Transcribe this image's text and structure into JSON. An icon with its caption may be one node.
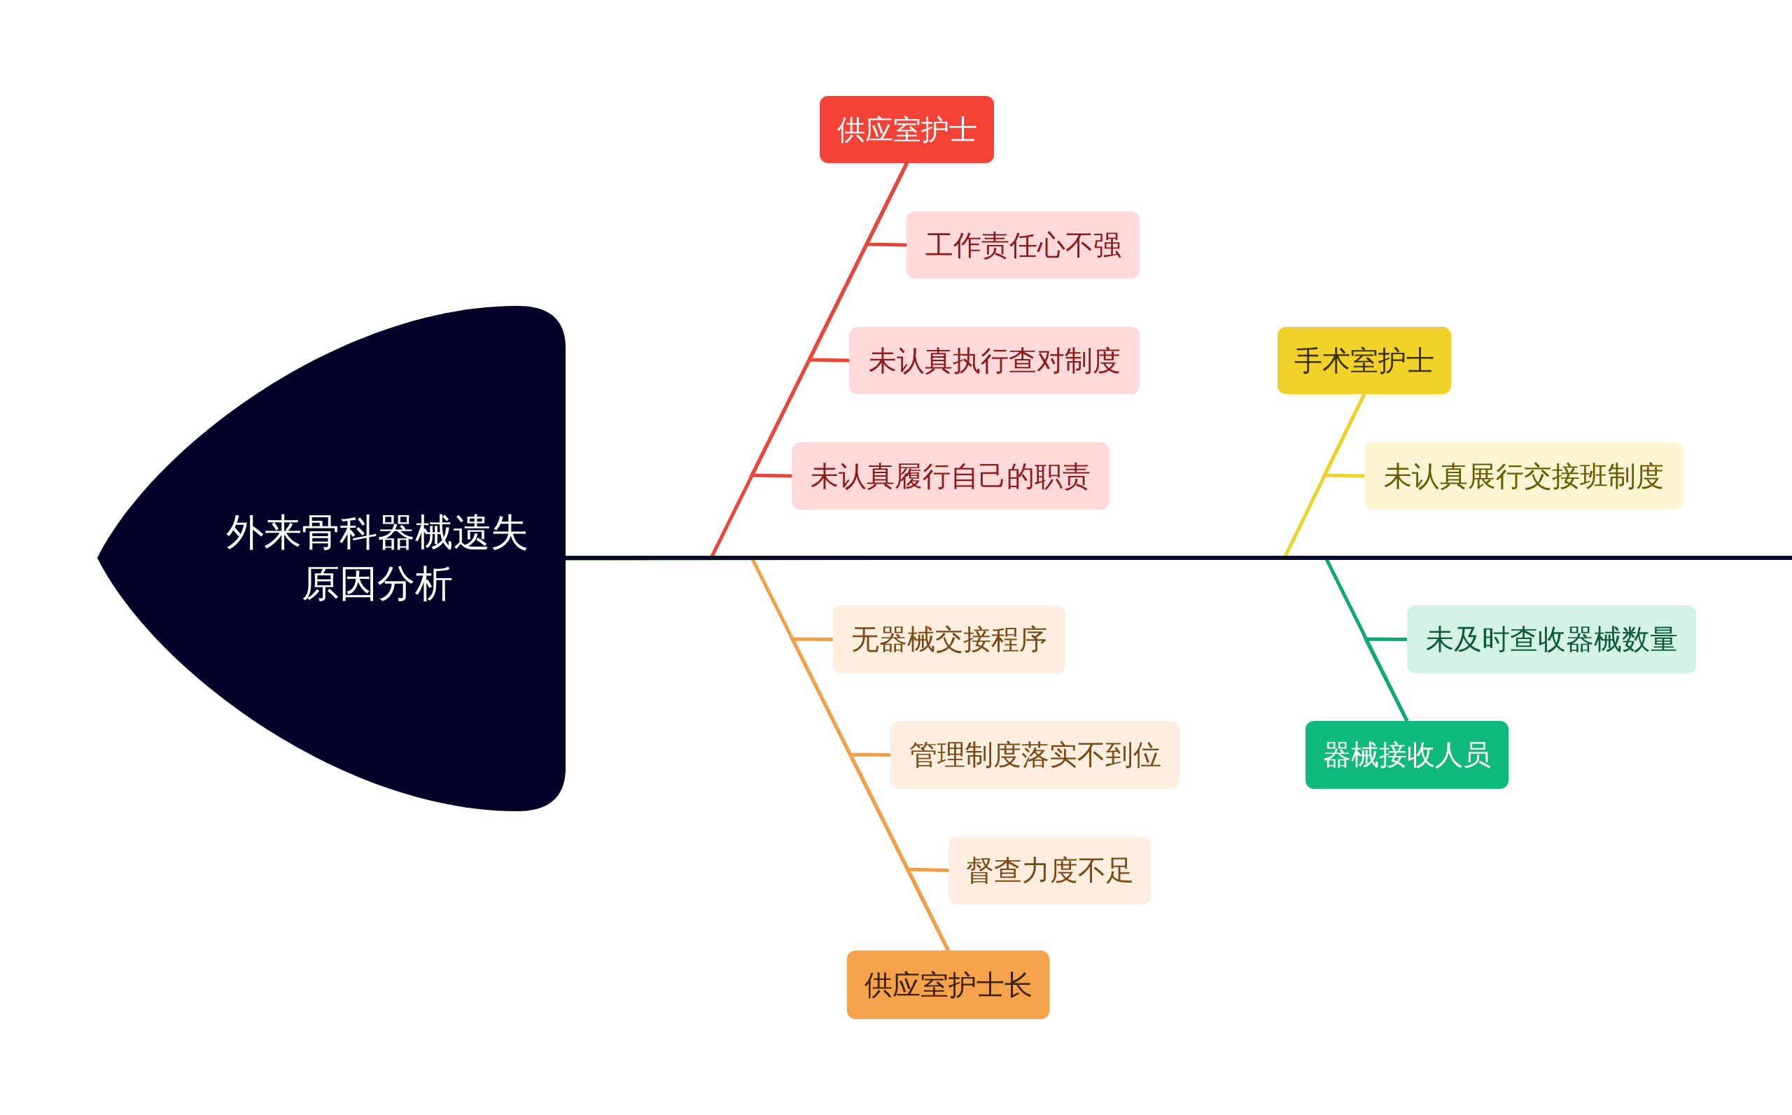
{
  "diagram": {
    "nodes": [
      {
        "text": [
          "外来骨科器械遗失原因分析"
        ]
      },
      {
        "text": [
          "供应室护士"
        ]
      },
      {
        "text": [
          "工作责任心不强"
        ]
      },
      {
        "text": [
          "未认真执行查对制度"
        ]
      },
      {
        "text": [
          "未认真履行自己的职责"
        ]
      },
      {
        "text": [
          "手术室护士"
        ]
      },
      {
        "text": [
          "未认真展行交接班制度"
        ]
      },
      {
        "text": [
          "无器械交接程序"
        ]
      },
      {
        "text": [
          "管理制度落实不到位"
        ]
      },
      {
        "text": [
          "督查力度不足"
        ]
      },
      {
        "text": [
          "供应室护士长"
        ]
      },
      {
        "text": [
          "未及时查收器械数量"
        ]
      },
      {
        "text": [
          "器械接收人员"
        ]
      }
    ],
    "edges": [
      {
        "from": 1,
        "to": 0,
        "arrow": "none",
        "color": "#e8473c"
      },
      {
        "from": 2,
        "to": 1,
        "arrow": "none",
        "color": "#e8473c"
      },
      {
        "from": 3,
        "to": 1,
        "arrow": "none",
        "color": "#e8473c"
      },
      {
        "from": 4,
        "to": 1,
        "arrow": "none",
        "color": "#e8473c"
      },
      {
        "from": 5,
        "to": 0,
        "arrow": "none",
        "color": "#ecd22c"
      },
      {
        "from": 6,
        "to": 5,
        "arrow": "none",
        "color": "#ecd22c"
      },
      {
        "from": 7,
        "to": 10,
        "arrow": "none",
        "color": "#f0a04b"
      },
      {
        "from": 8,
        "to": 10,
        "arrow": "none",
        "color": "#f0a04b"
      },
      {
        "from": 9,
        "to": 10,
        "arrow": "none",
        "color": "#f0a04b"
      },
      {
        "from": 10,
        "to": 0,
        "arrow": "none",
        "color": "#f0a04b"
      },
      {
        "from": 11,
        "to": 12,
        "arrow": "none",
        "color": "#0fa872"
      },
      {
        "from": 12,
        "to": 0,
        "arrow": "none",
        "color": "#0fa872"
      }
    ]
  }
}
